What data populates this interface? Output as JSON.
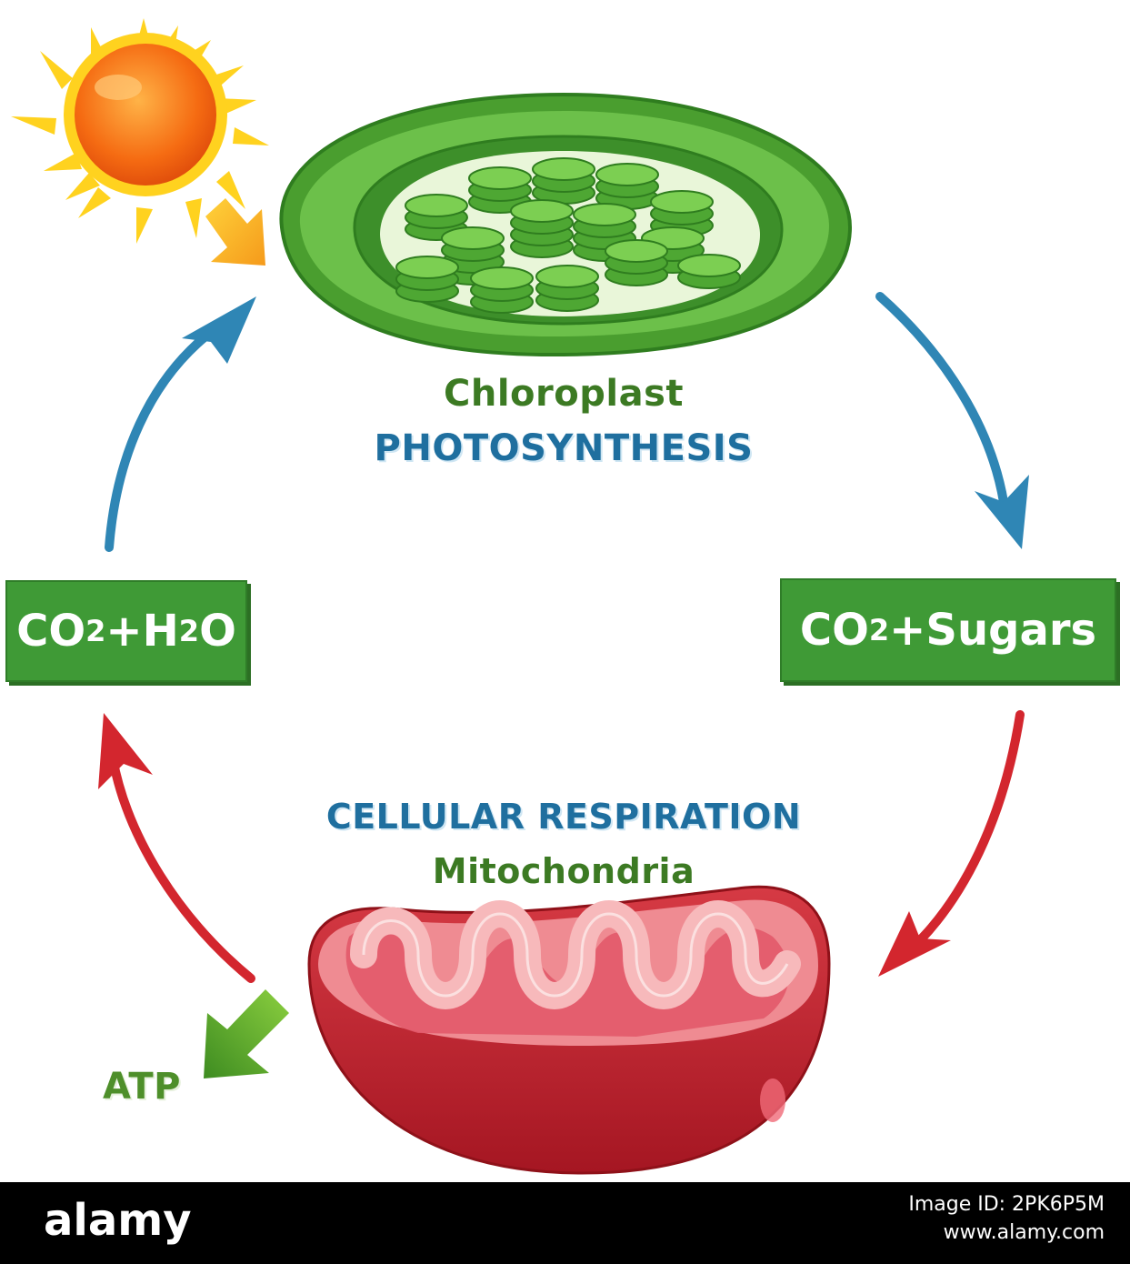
{
  "labels": {
    "chloroplast": "Chloroplast",
    "photosynthesis": "PHOTOSYNTHESIS",
    "respiration": "CELLULAR RESPIRATION",
    "mitochondria": "Mitochondria",
    "atp": "ATP"
  },
  "boxes": {
    "left": {
      "co": "CO",
      "sub1": "2",
      "plus": "+H",
      "sub2": "2",
      "tail": "O"
    },
    "right": {
      "co": "CO",
      "sub1": "2",
      "tail": "+Sugars"
    }
  },
  "footer": {
    "brand": "alamy",
    "image_id": "Image ID: 2PK6P5M",
    "site": "www.alamy.com"
  },
  "colors": {
    "arrow_blue": "#2f86b5",
    "arrow_red": "#d3262e",
    "arrow_green": "#5aa02c",
    "box_green": "#3f9a36",
    "chloroplast_green": "#4caf3a",
    "mito_red": "#c2202b"
  },
  "icons": [
    "sun-icon",
    "chloroplast-icon",
    "mitochondrion-icon"
  ]
}
